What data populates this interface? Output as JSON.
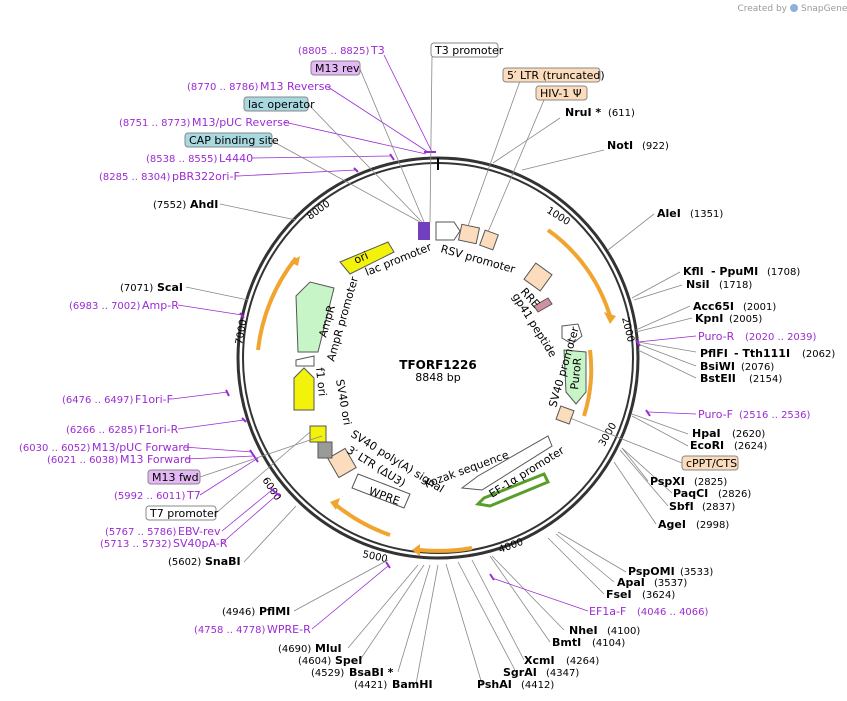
{
  "credit": {
    "created_by": "Created by",
    "brand": "SnapGene"
  },
  "plasmid": {
    "name": "TFORF1226",
    "size": "8848 bp"
  },
  "ticks": [
    "1000",
    "2000",
    "3000",
    "4000",
    "5000",
    "6000",
    "7000",
    "8000"
  ],
  "enzymes": [
    {
      "name": "NruI *",
      "pos": "(611)"
    },
    {
      "name": "NotI",
      "pos": "(922)"
    },
    {
      "name": "AleI",
      "pos": "(1351)"
    },
    {
      "name": "KflI",
      "name2": "- PpuMI",
      "pos": "(1708)"
    },
    {
      "name": "NsiI",
      "pos": "(1718)"
    },
    {
      "name": "Acc65I",
      "pos": "(2001)"
    },
    {
      "name": "KpnI",
      "pos": "(2005)"
    },
    {
      "name": "PflFI",
      "name2": "- Tth111I",
      "pos": "(2062)"
    },
    {
      "name": "BsiWI",
      "pos": "(2076)"
    },
    {
      "name": "BstEII",
      "pos": "(2154)"
    },
    {
      "name": "HpaI",
      "pos": "(2620)"
    },
    {
      "name": "EcoRI",
      "pos": "(2624)"
    },
    {
      "name": "PspXI",
      "pos": "(2825)"
    },
    {
      "name": "PaqCI",
      "pos": "(2826)"
    },
    {
      "name": "SbfI",
      "pos": "(2837)"
    },
    {
      "name": "AgeI",
      "pos": "(2998)"
    },
    {
      "name": "PspOMI",
      "pos": "(3533)"
    },
    {
      "name": "ApaI",
      "pos": "(3537)"
    },
    {
      "name": "FseI",
      "pos": "(3624)"
    },
    {
      "name": "NheI",
      "pos": "(4100)"
    },
    {
      "name": "BmtI",
      "pos": "(4104)"
    },
    {
      "name": "XcmI",
      "pos": "(4264)"
    },
    {
      "name": "SgrAI",
      "pos": "(4347)"
    },
    {
      "name": "PshAI",
      "pos": "(4412)"
    },
    {
      "name": "BamHI",
      "pos": "(4421)"
    },
    {
      "name": "BsaBI *",
      "pos": "(4529)"
    },
    {
      "name": "SpeI",
      "pos": "(4604)"
    },
    {
      "name": "MluI",
      "pos": "(4690)"
    },
    {
      "name": "PflMI",
      "pos": "(4946)"
    },
    {
      "name": "SnaBI",
      "pos": "(5602)"
    },
    {
      "name": "ScaI",
      "pos": "(7071)"
    },
    {
      "name": "AhdI",
      "pos": "(7552)"
    }
  ],
  "primers": [
    {
      "name": "T3",
      "pos": "(8805 .. 8825)"
    },
    {
      "name": "M13 Reverse",
      "pos": "(8770 .. 8786)"
    },
    {
      "name": "M13/pUC Reverse",
      "pos": "(8751 .. 8773)"
    },
    {
      "name": "L4440",
      "pos": "(8538 .. 8555)"
    },
    {
      "name": "pBR322ori-F",
      "pos": "(8285 .. 8304)"
    },
    {
      "name": "Amp-R",
      "pos": "(6983 .. 7002)"
    },
    {
      "name": "F1ori-F",
      "pos": "(6476 .. 6497)"
    },
    {
      "name": "F1ori-R",
      "pos": "(6266 .. 6285)"
    },
    {
      "name": "M13/pUC Forward",
      "pos": "(6030 .. 6052)"
    },
    {
      "name": "M13 Forward",
      "pos": "(6021 .. 6038)"
    },
    {
      "name": "T7",
      "pos": "(5992 .. 6011)"
    },
    {
      "name": "EBV-rev",
      "pos": "(5767 .. 5786)"
    },
    {
      "name": "SV40pA-R",
      "pos": "(5713 .. 5732)"
    },
    {
      "name": "WPRE-R",
      "pos": "(4758 .. 4778)"
    },
    {
      "name": "Puro-R",
      "pos": "(2020 .. 2039)"
    },
    {
      "name": "Puro-F",
      "pos": "(2516 .. 2536)"
    },
    {
      "name": "EF1a-F",
      "pos": "(4046 .. 4066)"
    }
  ],
  "boxed_labels": {
    "t3_promoter": "T3 promoter",
    "m13_rev": "M13 rev",
    "lac_operator": "lac operator",
    "cap_site": "CAP binding site",
    "ltr5": "5′ LTR (truncated)",
    "hiv_psi": "HIV-1 Ψ",
    "cppt": "cPPT/CTS",
    "m13_fwd": "M13 fwd",
    "t7_promoter": "T7 promoter"
  },
  "features": {
    "rsv_promoter": "RSV promoter",
    "lac_promoter": "lac promoter",
    "rre": "RRE",
    "gp41": "gp41 peptide",
    "ori": "ori",
    "ampr": "AmpR",
    "ampr_promoter": "AmpR promoter",
    "f1_ori": "f1 ori",
    "sv40_ori": "SV40 ori",
    "sv40_promoter": "SV40 promoter",
    "puror": "PuroR",
    "ef1a_promoter": "EF-1α promoter",
    "kozak": "Kozak sequence",
    "sv40_polya": "SV40 poly(A) signal",
    "ltr3": "3′ LTR (ΔU3)",
    "wpre": "WPRE"
  },
  "colors": {
    "primer": "#9b2bd3",
    "orf_arc": "#f0a531",
    "ori": "#f2f20a",
    "ampr": "#c8f5c8",
    "puror": "#c8f5c8",
    "ltr": "#fbdcbc",
    "lac_operator": "#a8d8e0",
    "m13": "#e3b8f5",
    "ef1a_arrow": "#5a9e2a"
  }
}
